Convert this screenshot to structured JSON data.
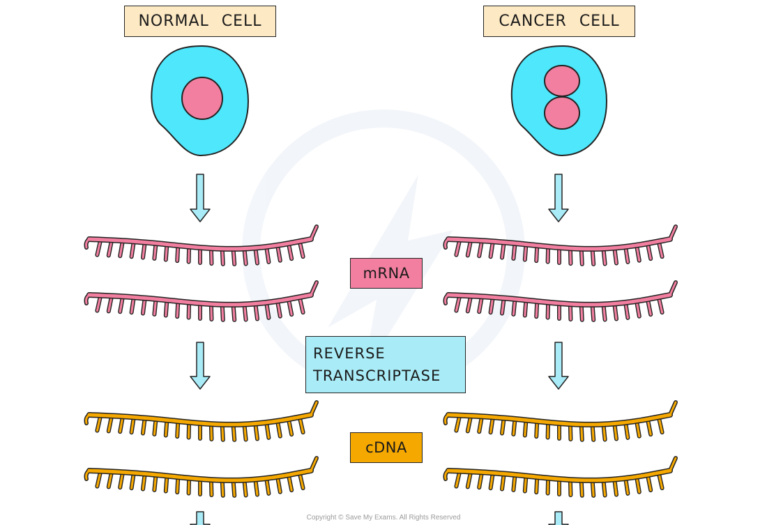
{
  "titles": {
    "normal": "NORMAL CELL",
    "cancer": "CANCER CELL"
  },
  "labels": {
    "mrna": "mRNA",
    "rt_line1": "REVERSE",
    "rt_line2": "TRANSCRIPTASE",
    "cdna": "cDNA"
  },
  "copyright": "Copyright © Save My Exams. All Rights Reserved",
  "colors": {
    "cytoplasm": "#4ee7fb",
    "nucleus": "#f27fa0",
    "mrna": "#f27fa0",
    "cdna": "#f5a800",
    "arrow": "#a9ecf7",
    "title_box": "#fde9c4",
    "outline": "#222222"
  }
}
